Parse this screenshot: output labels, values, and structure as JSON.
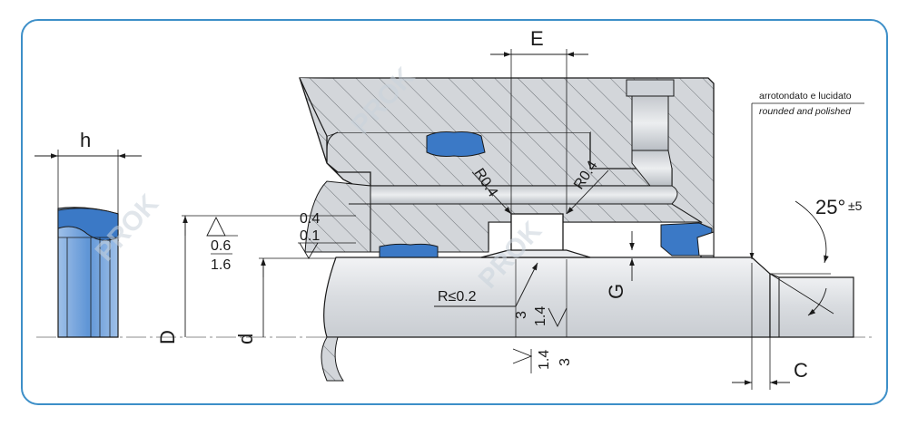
{
  "labels": {
    "h": "h",
    "E": "E",
    "D": "D",
    "d": "d",
    "G": "G",
    "C": "C",
    "r04_left": "R0.4",
    "r04_right": "R0.4",
    "r02": "R≤0.2",
    "angle": "25°",
    "angle_tol": "±5",
    "tol_top_a": "0.4",
    "tol_top_b": "0.1",
    "surf_left_a": "0.6",
    "surf_left_b": "1.6",
    "surf_mid_a": "3",
    "surf_mid_b": "1.4",
    "surf_bot_a": "1.4",
    "surf_bot_b": "3",
    "note_it": "arrotondato e lucidato",
    "note_en": "rounded and polished"
  },
  "watermark": "PROK",
  "colors": {
    "frame": "#3d8fc8",
    "seal_blue": "#3b79c6",
    "seal_light": "#b9d3ef",
    "housing": "#d3d6da",
    "rod": "#dcdfe3",
    "line": "#1a1a1a"
  }
}
